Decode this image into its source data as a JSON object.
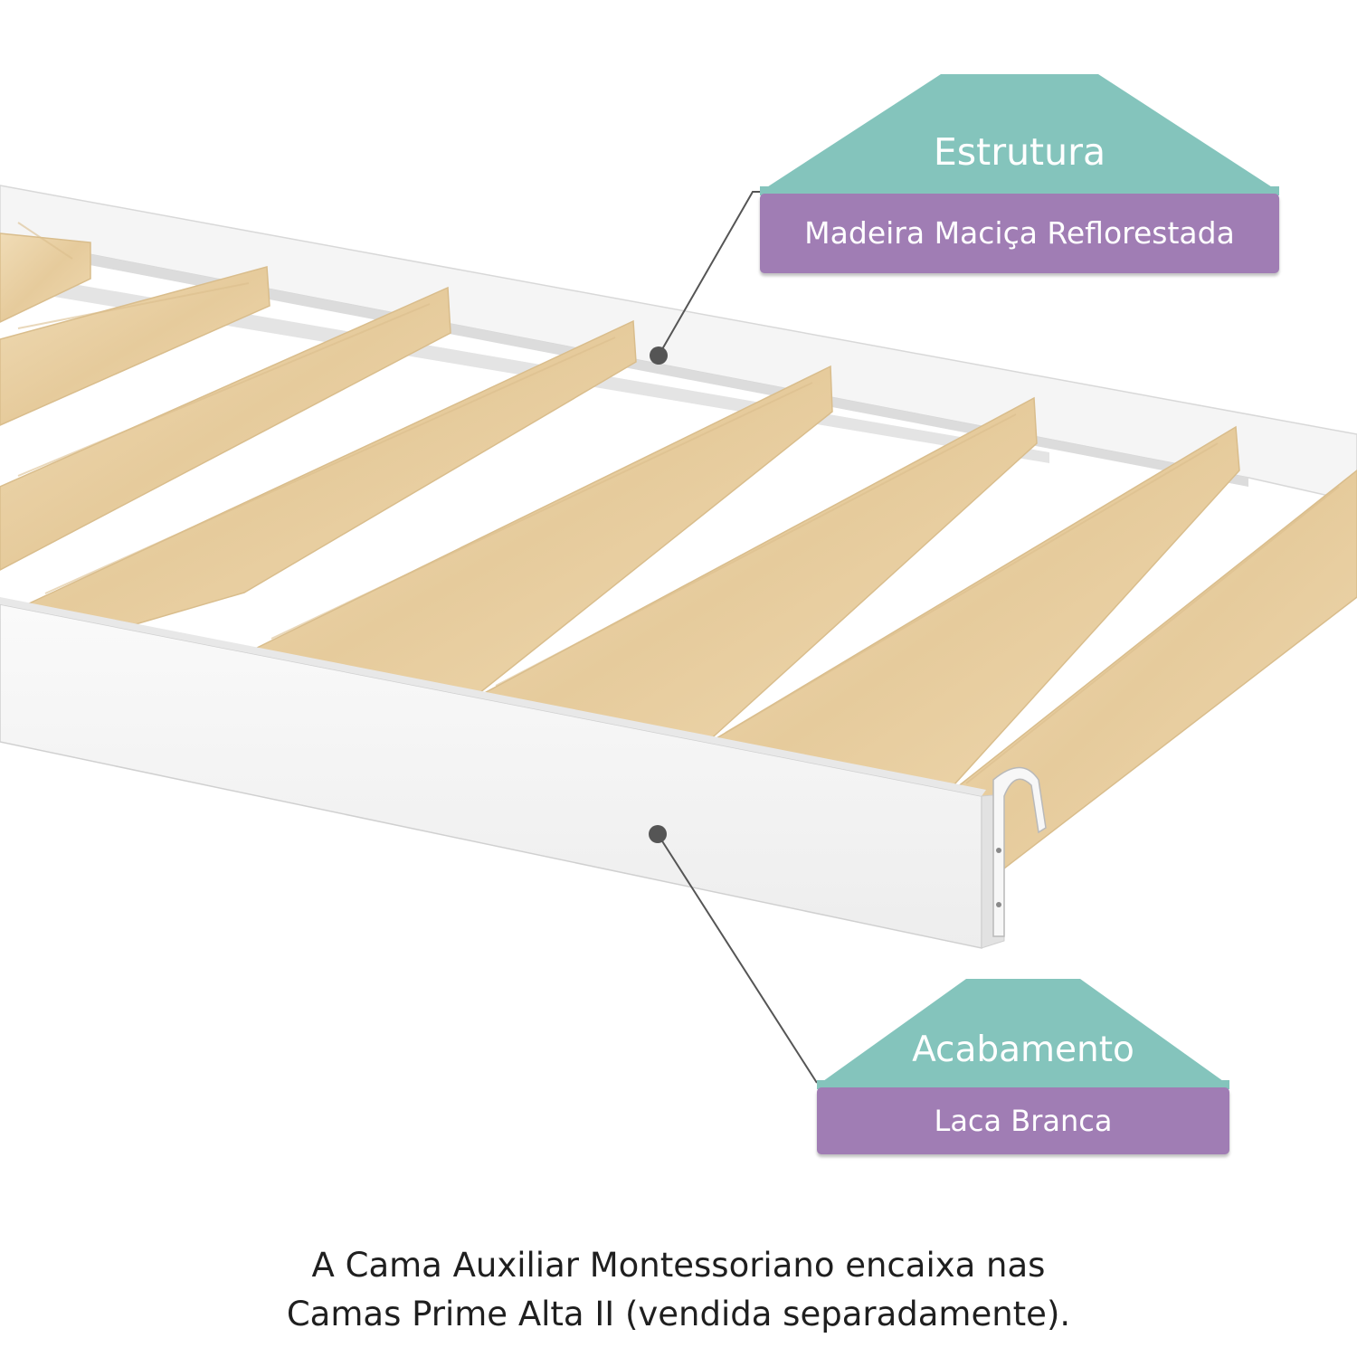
{
  "image": {
    "subject": "Cama Auxiliar Montessoriano",
    "colors": {
      "frame": "#ffffff",
      "slat_wood": "#e8cfa3",
      "callout_header": "#84c4bc",
      "callout_bar": "#a07db4",
      "pointer_dot": "#555555"
    }
  },
  "callouts": {
    "structure": {
      "title": "Estrutura",
      "value": "Madeira Maciça Reflorestada"
    },
    "finish": {
      "title": "Acabamento",
      "value": "Laca Branca"
    }
  },
  "caption": {
    "line1": "A Cama Auxiliar Montessoriano encaixa nas",
    "line2": "Camas Prime Alta II (vendida separadamente)."
  }
}
